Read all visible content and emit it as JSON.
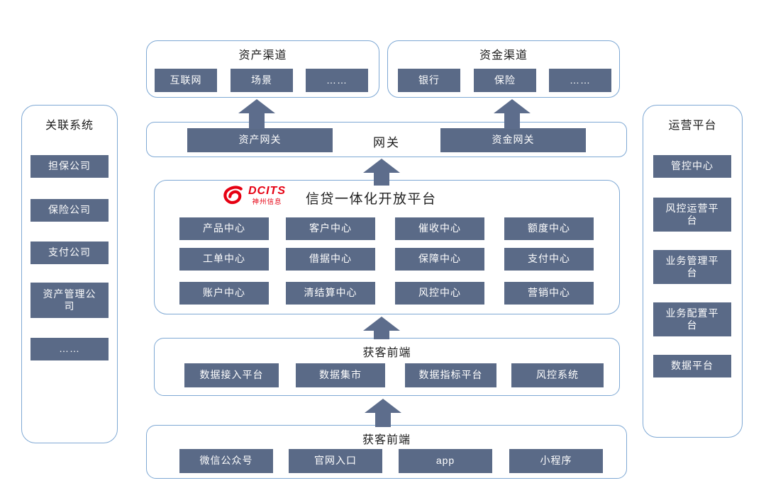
{
  "colors": {
    "node_fill": "#5a6a87",
    "arrow": "#5d6d8c",
    "panel_border": "#7ea8d4",
    "logo_red": "#e60012"
  },
  "asset_channel": {
    "title": "资产渠道",
    "items": [
      "互联网",
      "场景",
      "……"
    ]
  },
  "fund_channel": {
    "title": "资金渠道",
    "items": [
      "银行",
      "保险",
      "……"
    ]
  },
  "gateway": {
    "label": "网关",
    "asset": "资产网关",
    "fund": "资金网关"
  },
  "platform": {
    "brand": "DCITS",
    "company": "神州信息",
    "title": "信贷一体化开放平台",
    "centers": [
      "产品中心",
      "客户中心",
      "催收中心",
      "额度中心",
      "工单中心",
      "借据中心",
      "保障中心",
      "支付中心",
      "账户中心",
      "清结算中心",
      "风控中心",
      "营销中心"
    ]
  },
  "data_layer": {
    "title": "获客前端",
    "items": [
      "数据接入平台",
      "数据集市",
      "数据指标平台",
      "风控系统"
    ]
  },
  "front_layer": {
    "title": "获客前端",
    "items": [
      "微信公众号",
      "官网入口",
      "app",
      "小程序"
    ]
  },
  "related_systems": {
    "title": "关联系统",
    "items": [
      "担保公司",
      "保险公司",
      "支付公司",
      "资产管理公\n司",
      "……"
    ]
  },
  "operation_platform": {
    "title": "运营平台",
    "items": [
      "管控中心",
      "风控运营平\n台",
      "业务管理平\n台",
      "业务配置平\n台",
      "数据平台"
    ]
  }
}
